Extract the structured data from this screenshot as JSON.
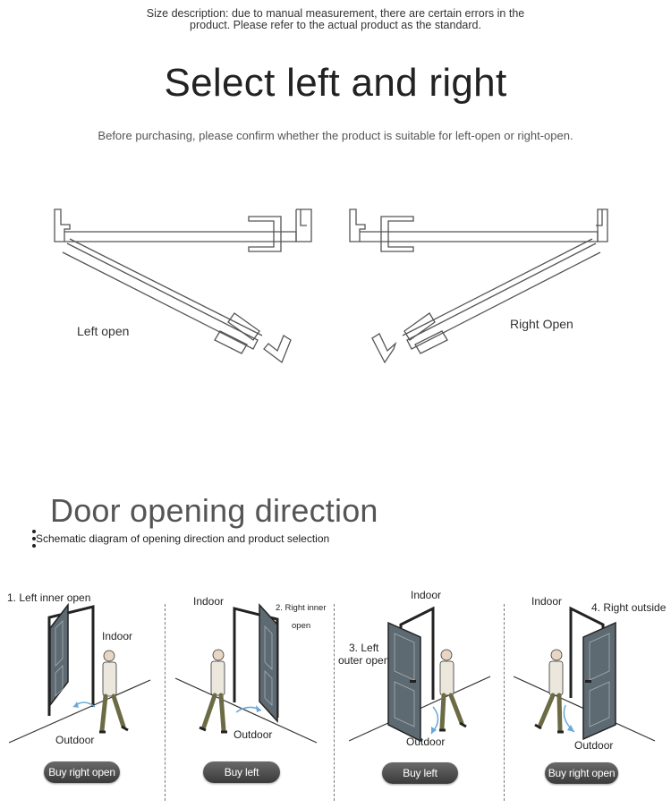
{
  "size_description": {
    "line1": "Size description: due to manual measurement, there are certain errors in the",
    "line2": "product. Please refer to the actual product as the standard."
  },
  "title": "Select left and right",
  "subtitle": "Before purchasing, please confirm whether the product is suitable for left-open or right-open.",
  "hinge_diagrams": {
    "left_label": "Left open",
    "right_label": "Right Open"
  },
  "section": {
    "title": "Door opening direction",
    "subtitle": "Schematic diagram of opening direction and product selection"
  },
  "panels": [
    {
      "caption": "1. Left inner open",
      "indoor": "Indoor",
      "outdoor": "Outdoor",
      "button": "Buy right open"
    },
    {
      "caption_line1": "2. Right inner",
      "caption_line2": "open",
      "indoor": "Indoor",
      "outdoor": "Outdoor",
      "button": "Buy left"
    },
    {
      "caption_line1": "3. Left",
      "caption_line2": "outer open",
      "indoor": "Indoor",
      "outdoor": "Outdoor",
      "button": "Buy left"
    },
    {
      "caption": "4. Right outside",
      "indoor": "Indoor",
      "outdoor": "Outdoor",
      "button": "Buy right open"
    }
  ]
}
